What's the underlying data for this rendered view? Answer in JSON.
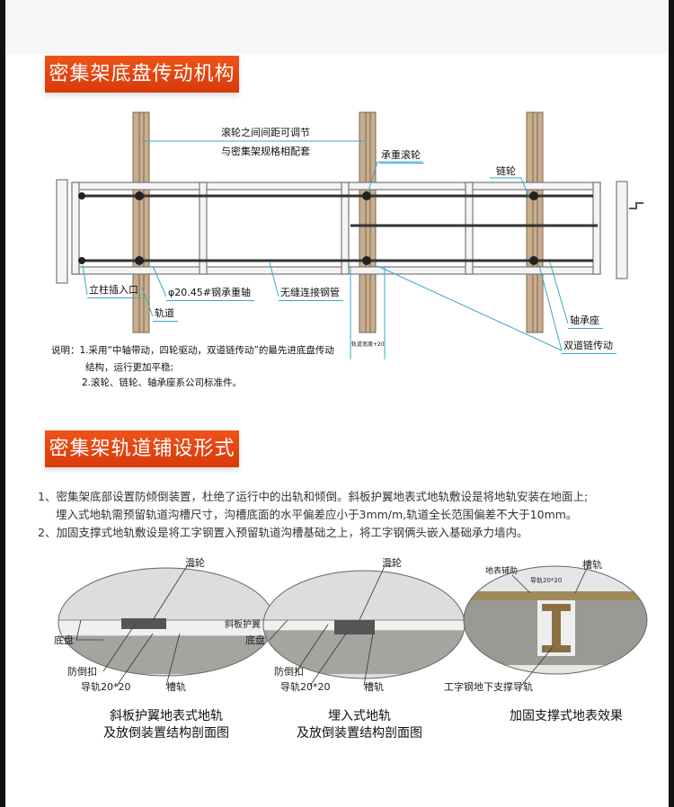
{
  "section1": {
    "title": "密集架底盘传动机构",
    "labels": {
      "spacing_line1": "滚轮之间间距可调节",
      "spacing_line2": "与密集架规格相配套",
      "load_roller": "承重滚轮",
      "sprocket": "链轮",
      "column_socket": "立柱插入口",
      "shaft": "φ20.45#钢承重轴",
      "seamless_tube": "无缝连接钢管",
      "track": "轨道",
      "bearing_seat": "轴承座",
      "double_chain": "双道链传动",
      "dimension": "轨道宽度+20"
    },
    "notes": [
      "说明：1.采用“中轴带动，四轮驱动，双道链传动”的最先进底盘传动",
      "结构，运行更加平稳;",
      "2.滚轮、链轮、轴承座系公司标准件。"
    ]
  },
  "section2": {
    "title": "密集架轨道铺设形式",
    "paragraphs": [
      "1、密集架底部设置防倾倒装置，杜绝了运行中的出轨和倾倒。斜板护翼地表式地轨敷设是将地轨安装在地面上;",
      "埋入式地轨需预留轨道沟槽尺寸，沟槽底面的水平偏差应小于3mm/m,轨道全长范围偏差不大于10mm。",
      "2、加固支撑式地轨敷设是将工字钢置入预留轨道沟槽基础之上，将工字钢俩头嵌入基础承力墙内。"
    ],
    "figures": [
      {
        "labels": {
          "pulley": "滑轮",
          "wing": "斜板护翼",
          "chassis": "底盘",
          "anti_tip": "防倒扣",
          "guide": "导轨20*20",
          "channel": "槽轨"
        },
        "caption": [
          "斜板护翼地表式地轨",
          "及放倒装置结构剖面图"
        ]
      },
      {
        "labels": {
          "pulley": "滑轮",
          "chassis": "底盘",
          "anti_tip": "防倒扣",
          "guide": "导轨20*20",
          "channel": "槽轨"
        },
        "caption": [
          "埋入式地轨",
          "及放倒装置结构剖面图"
        ]
      },
      {
        "labels": {
          "surface_aux": "地表辅助",
          "channel": "槽轨",
          "guide": "导轨20*20",
          "ibeam": "工字钢地下支撑导轨"
        },
        "caption": [
          "加固支撑式地表效果"
        ]
      }
    ]
  },
  "colors": {
    "banner": "#e8420f",
    "leader": "#3aa8c8",
    "track": "#b89a78",
    "frame": "#888888"
  }
}
